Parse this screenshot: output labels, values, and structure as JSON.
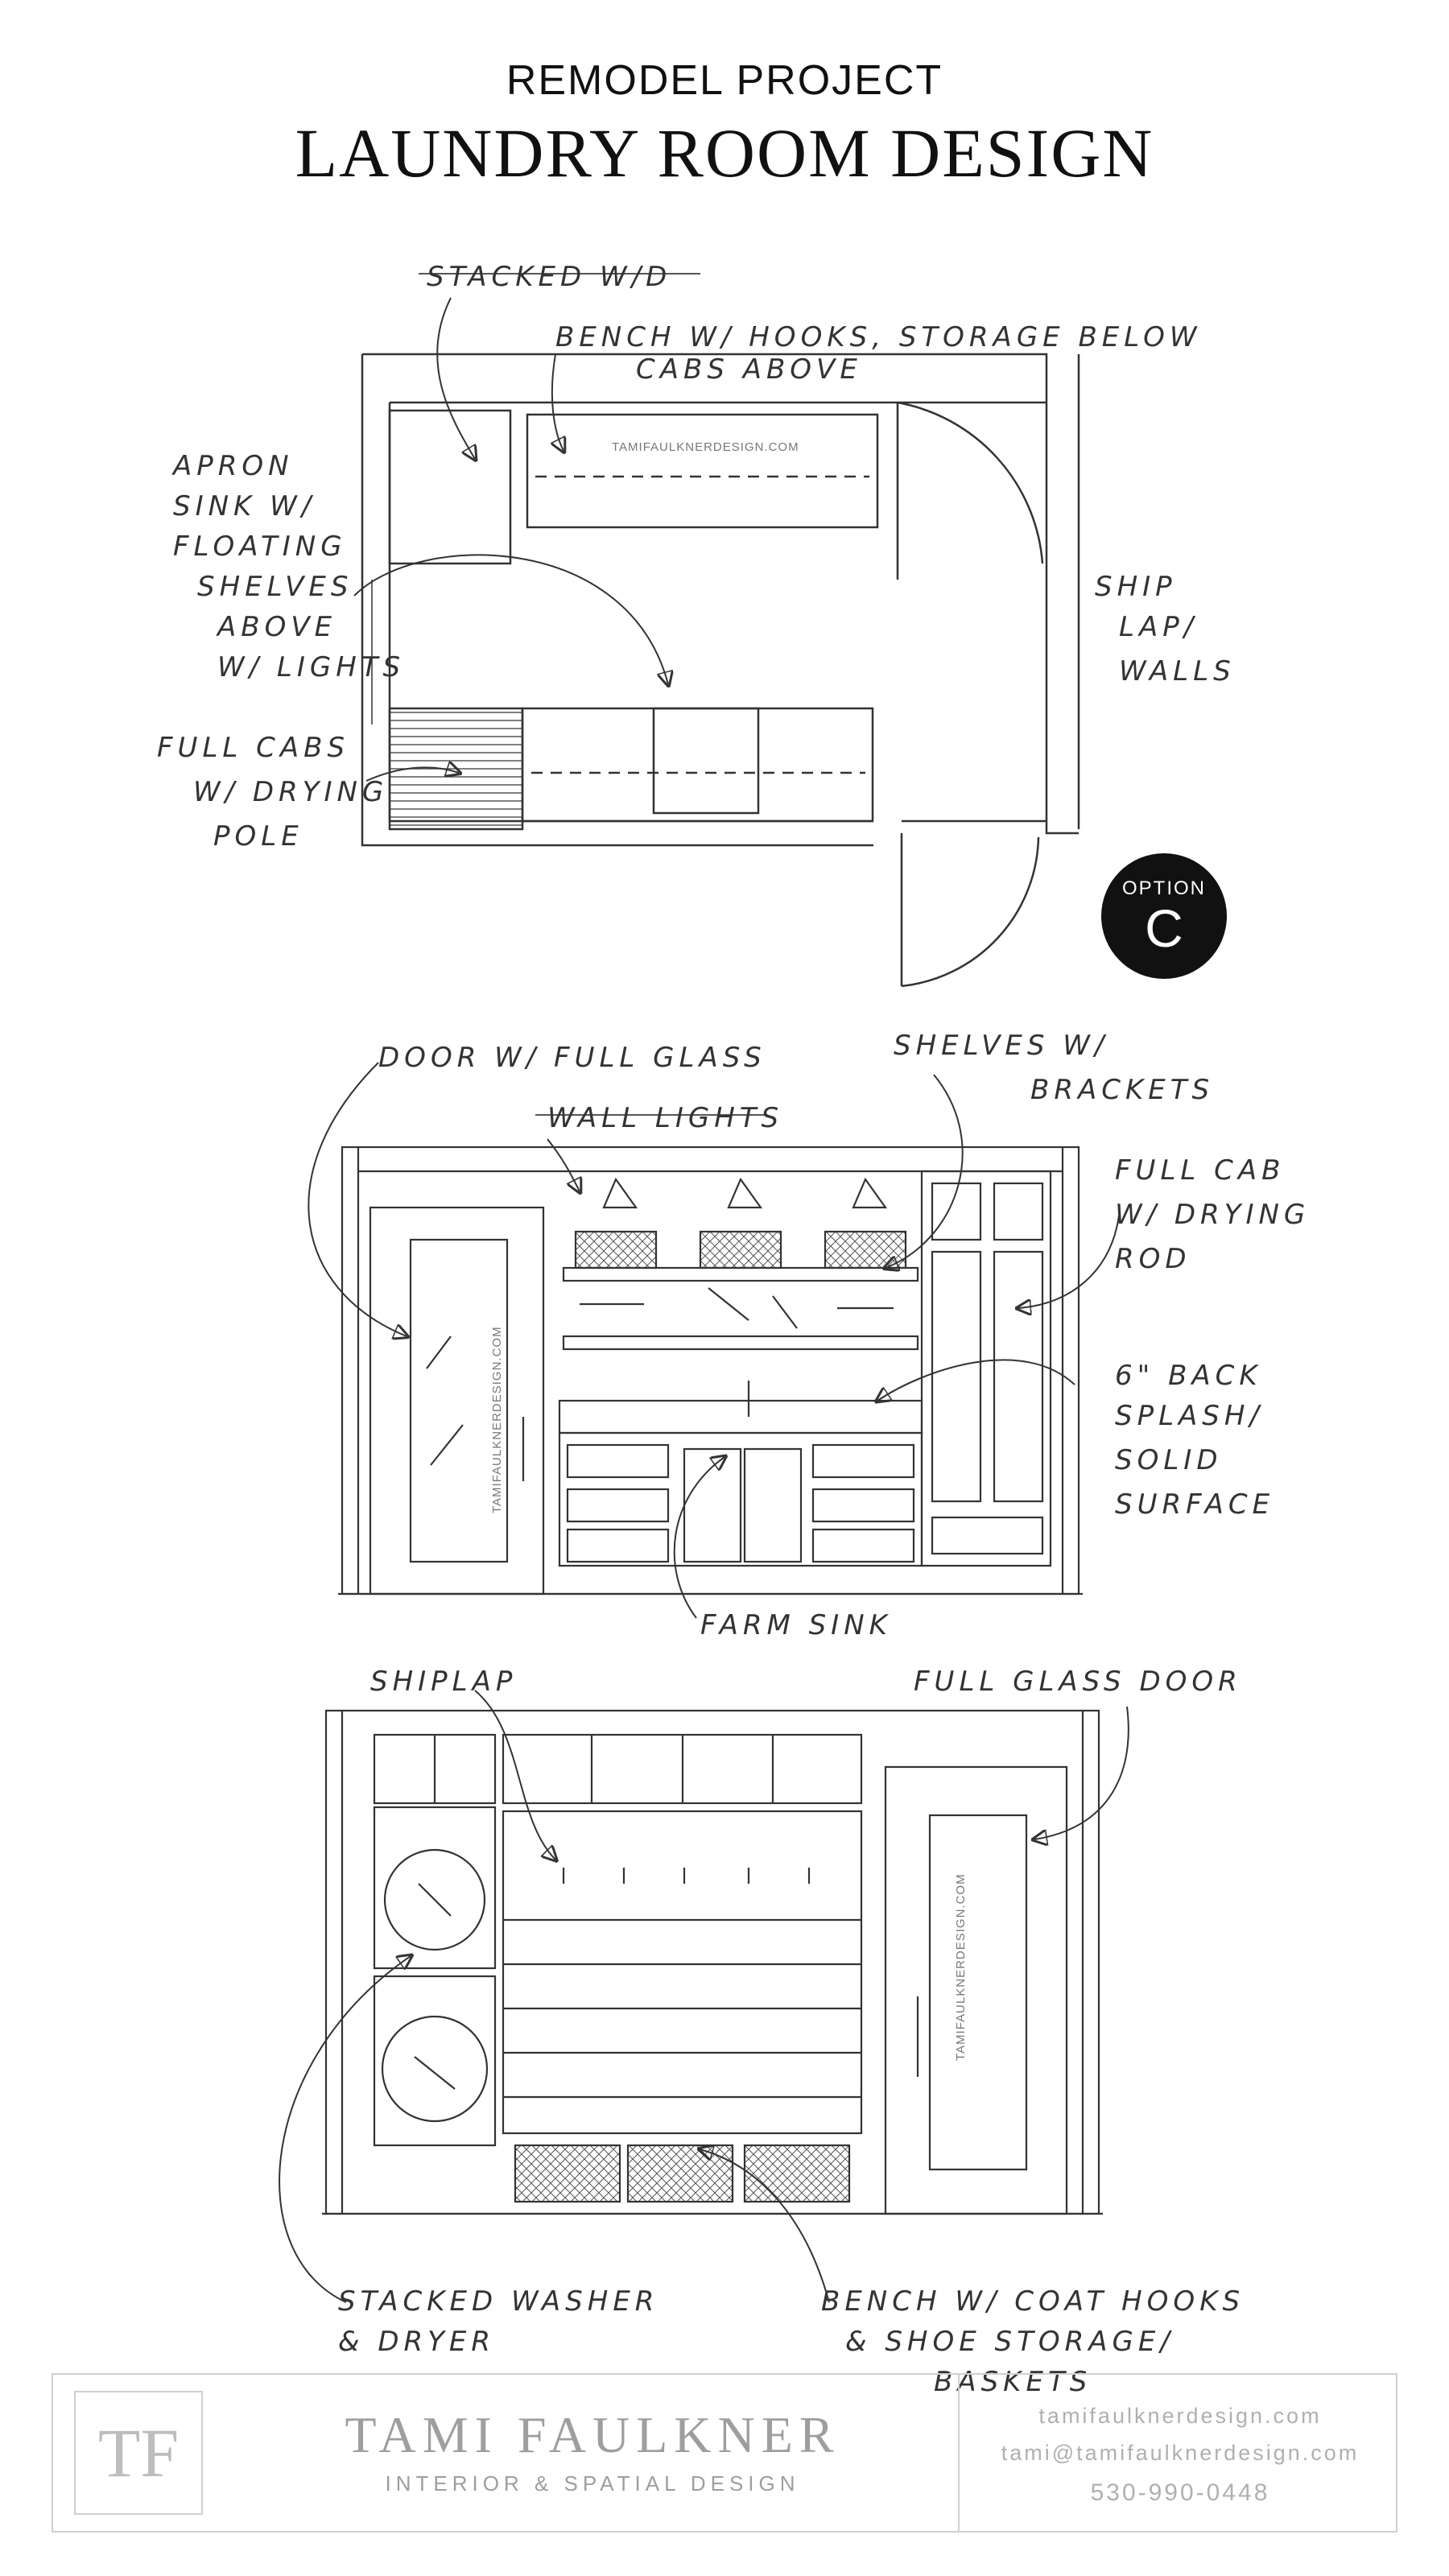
{
  "header": {
    "subtitle": "REMODEL PROJECT",
    "title": "LAUNDRY ROOM DESIGN"
  },
  "option_badge": {
    "label": "OPTION",
    "letter": "C"
  },
  "watermark": "TAMIFAULKNERDESIGN.COM",
  "floor_plan": {
    "notes": {
      "stacked": "STACKED W/D",
      "bench": "BENCH W/ HOOKS, STORAGE BELOW",
      "bench_2": "CABS ABOVE",
      "apron_1": "APRON",
      "apron_2": "SINK W/",
      "apron_3": "FLOATING",
      "apron_4": "SHELVES",
      "apron_5": "ABOVE",
      "apron_6": "W/ LIGHTS",
      "full_1": "FULL CABS",
      "full_2": "W/ DRYING",
      "full_3": "POLE",
      "ship_1": "SHIP",
      "ship_2": "LAP/",
      "ship_3": "WALLS"
    }
  },
  "elevation_1": {
    "notes": {
      "door": "DOOR W/ FULL GLASS",
      "wall_lights": "WALL LIGHTS",
      "shelves_1": "SHELVES W/",
      "shelves_2": "BRACKETS",
      "fullcab_1": "FULL CAB",
      "fullcab_2": "W/ DRYING",
      "fullcab_3": "ROD",
      "splash_1": "6\" BACK",
      "splash_2": "SPLASH/",
      "splash_3": "SOLID",
      "splash_4": "SURFACE",
      "farm_sink": "FARM SINK"
    }
  },
  "elevation_2": {
    "notes": {
      "shiplap": "SHIPLAP",
      "glass_door": "FULL GLASS DOOR",
      "stacked_1": "STACKED WASHER",
      "stacked_2": "& DRYER",
      "bench_1": "BENCH W/ COAT HOOKS",
      "bench_2": "& SHOE STORAGE/",
      "bench_3": "BASKETS"
    }
  },
  "footer": {
    "monogram": "TF",
    "brand": "TAMI FAULKNER",
    "tagline": "INTERIOR & SPATIAL DESIGN",
    "website": "tamifaulknerdesign.com",
    "email": "tami@tamifaulknerdesign.com",
    "phone": "530-990-0448"
  }
}
